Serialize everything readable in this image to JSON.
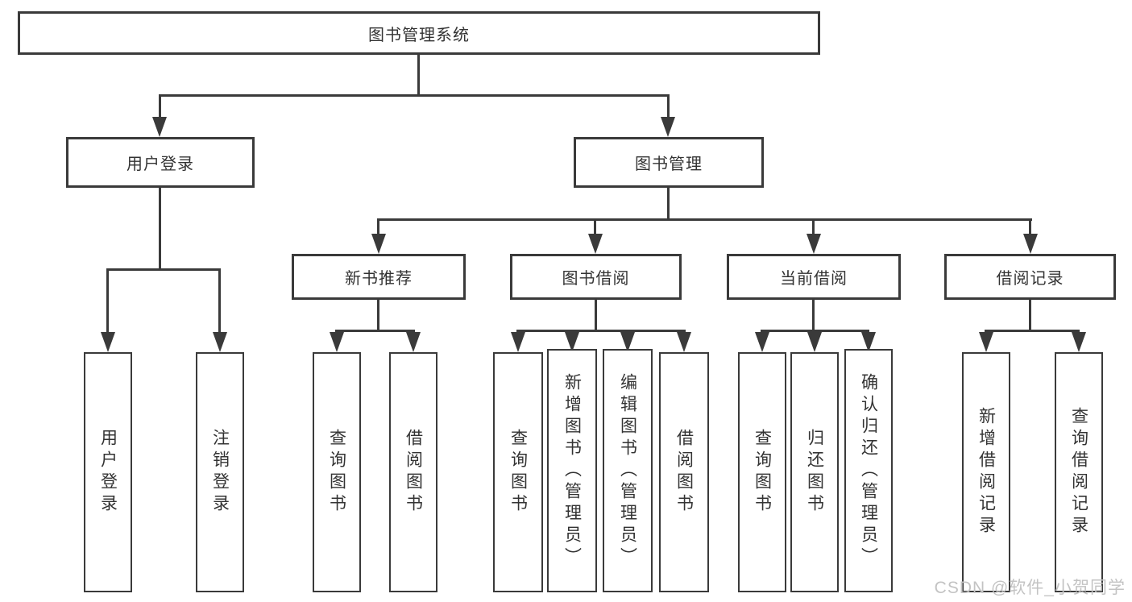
{
  "root": {
    "label": "图书管理系统"
  },
  "login": {
    "label": "用户登录",
    "children": [
      {
        "label": "用户登录"
      },
      {
        "label": "注销登录"
      }
    ]
  },
  "manage": {
    "label": "图书管理",
    "groups": [
      {
        "label": "新书推荐",
        "children": [
          {
            "label": "查询图书"
          },
          {
            "label": "借阅图书"
          }
        ]
      },
      {
        "label": "图书借阅",
        "children": [
          {
            "label": "查询图书"
          },
          {
            "label": "新增图书（管理员）"
          },
          {
            "label": "编辑图书（管理员）"
          },
          {
            "label": "借阅图书"
          }
        ]
      },
      {
        "label": "当前借阅",
        "children": [
          {
            "label": "查询图书"
          },
          {
            "label": "归还图书"
          },
          {
            "label": "确认归还（管理员）"
          }
        ]
      },
      {
        "label": "借阅记录",
        "children": [
          {
            "label": "新增借阅记录"
          },
          {
            "label": "查询借阅记录"
          }
        ]
      }
    ]
  },
  "watermark": "CSDN @软件_小贺同学",
  "colors": {
    "line": "#3a3a3a",
    "text": "#333333",
    "watermark": "#c3c3c3"
  }
}
